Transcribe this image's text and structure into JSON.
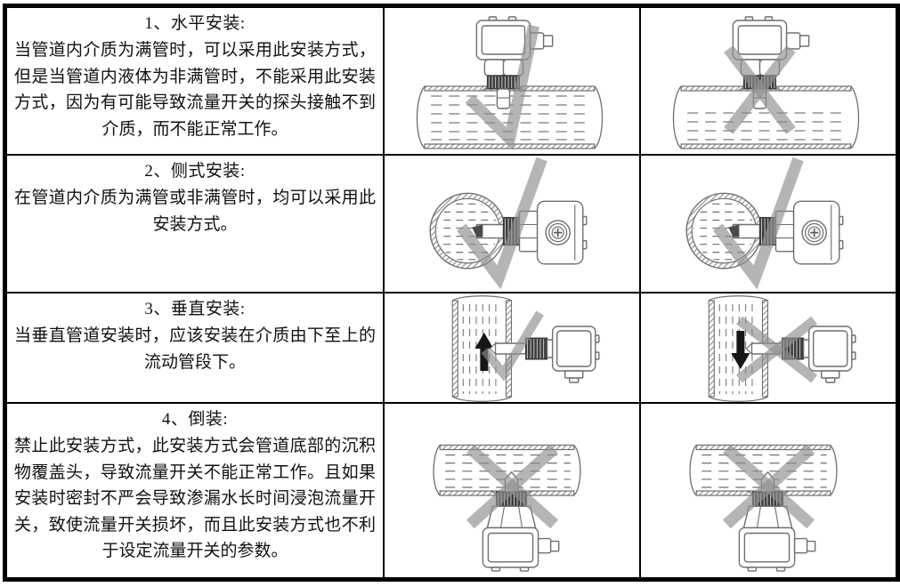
{
  "table": {
    "rows": [
      {
        "title": "1、水平安装:",
        "body": "当管道内介质为满管时，可以采用此安装方式，但是当管道内液体为非满管时，不能采用此安装方式，因为有可能导致流量开关的探头接触不到介质，而不能正常工作。",
        "diagrams": [
          {
            "name": "horizontal-mount-full-pipe-correct",
            "type": "horizontal_top",
            "liquid": "full",
            "mark": "check"
          },
          {
            "name": "horizontal-mount-partial-pipe-incorrect",
            "type": "horizontal_top",
            "liquid": "half",
            "mark": "cross"
          }
        ]
      },
      {
        "title": "2、侧式安装:",
        "body": "在管道内介质为满管或非满管时，均可以采用此安装方式。",
        "diagrams": [
          {
            "name": "side-mount-correct",
            "type": "side",
            "liquid": "full",
            "mark": "check"
          },
          {
            "name": "side-mount-correct-2",
            "type": "side",
            "liquid": "full",
            "mark": "check"
          }
        ]
      },
      {
        "title": "3、垂直安装:",
        "body": "当垂直管道安装时，应该安装在介质由下至上的流动管段下。",
        "diagrams": [
          {
            "name": "vertical-mount-upward-flow-correct",
            "type": "vertical",
            "arrow": "up",
            "mark": "check"
          },
          {
            "name": "vertical-mount-downward-flow-incorrect",
            "type": "vertical",
            "arrow": "down",
            "mark": "cross"
          }
        ]
      },
      {
        "title": "4、倒装:",
        "body": "禁止此安装方式，此安装方式会管道底部的沉积物覆盖头，导致流量开关不能正常工作。且如果安装时密封不严会导致渗漏水长时间浸泡流量开关，致使流量开关损坏，而且此安装方式也不利于设定流量开关的参数。",
        "diagrams": [
          {
            "name": "inverted-mount-incorrect",
            "type": "inverted",
            "liquid": "full",
            "mark": "cross"
          },
          {
            "name": "inverted-mount-incorrect-2",
            "type": "inverted",
            "liquid": "full",
            "mark": "cross"
          }
        ]
      }
    ]
  },
  "colors": {
    "table_border": "#000000",
    "line_art": "#6f6f6f",
    "hatch": "#929292",
    "thread_dark": "#3c3c3c",
    "mark_gray": "#8f8f8f",
    "flow_arrow": "#161616",
    "background": "#ffffff",
    "text": "#111111"
  }
}
